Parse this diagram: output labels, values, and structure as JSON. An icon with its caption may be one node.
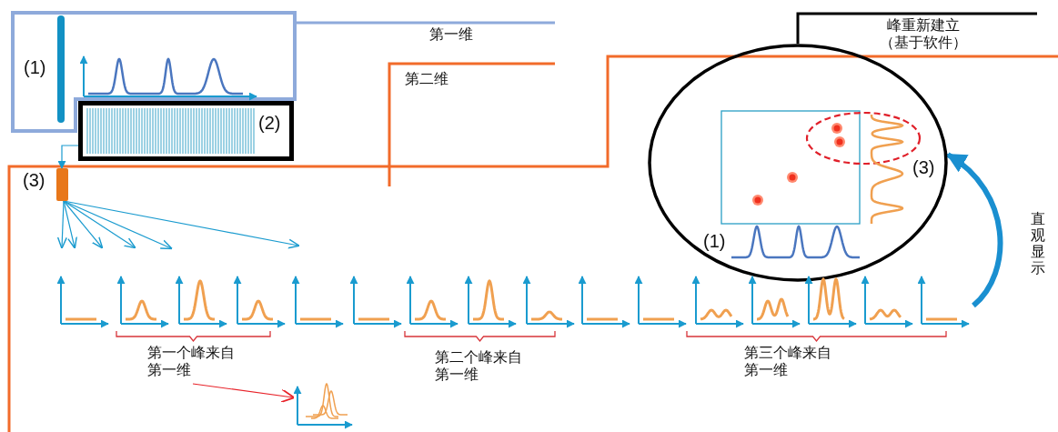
{
  "diagram": {
    "nodes": [
      {
        "text": [
          "第一维"
        ]
      },
      {
        "text": [
          "第二维"
        ]
      },
      {
        "text": [
          "峰重新建立（基于软件）"
        ]
      },
      {
        "text": [
          "(1)"
        ]
      },
      {
        "text": [
          "(2)"
        ]
      },
      {
        "text": [],
        "shape": "bar",
        "beside": [
          "(3)"
        ]
      },
      {
        "text": [
          "(3)",
          "(1)"
        ]
      },
      {
        "text": [],
        "shape": "picture"
      },
      {
        "text": [],
        "shape": "picture"
      },
      {
        "text": [],
        "shape": "picture"
      },
      {
        "text": [],
        "shape": "picture"
      },
      {
        "text": [],
        "shape": "picture"
      },
      {
        "text": [],
        "shape": "picture"
      },
      {
        "text": [],
        "shape": "picture"
      },
      {
        "text": [],
        "shape": "picture"
      },
      {
        "text": [],
        "shape": "picture"
      },
      {
        "text": [],
        "shape": "picture"
      },
      {
        "text": [],
        "shape": "picture"
      },
      {
        "text": [],
        "shape": "picture"
      },
      {
        "text": [],
        "shape": "picture"
      },
      {
        "text": [],
        "shape": "picture"
      },
      {
        "text": [],
        "shape": "picture"
      },
      {
        "text": [],
        "shape": "picture"
      },
      {
        "text": [],
        "shape": "picture"
      },
      {
        "text": [
          "第一个峰来自第一维"
        ]
      },
      {
        "text": [
          "第二个峰来自第一维"
        ]
      },
      {
        "text": [
          "第三个峰来自第一维"
        ]
      }
    ],
    "edges": [
      {
        "from": 0,
        "to": 3,
        "arrow": "none",
        "style": "thick",
        "color": "#8eaadb"
      },
      {
        "from": 1,
        "to": null,
        "arrow": "none",
        "style": "thick",
        "color": "#f26b2a"
      },
      {
        "from": 2,
        "to": 6,
        "arrow": "none",
        "style": "thick",
        "color": "#000000"
      },
      {
        "from": 4,
        "to": 5,
        "arrow": "to"
      },
      {
        "from": 5,
        "to": null,
        "arrow": "to"
      },
      {
        "from": 5,
        "to": null,
        "arrow": "to"
      },
      {
        "from": 5,
        "to": null,
        "arrow": "to"
      },
      {
        "from": 5,
        "to": null,
        "arrow": "to"
      },
      {
        "from": 5,
        "to": null,
        "arrow": "to"
      },
      {
        "from": 5,
        "to": null,
        "arrow": "to"
      },
      {
        "from": 24,
        "to": 23,
        "arrow": "to",
        "color": "#e8232a"
      },
      {
        "from": 22,
        "to": 6,
        "arrow": "to",
        "style": "thick",
        "label": "直观显示"
      }
    ]
  }
}
